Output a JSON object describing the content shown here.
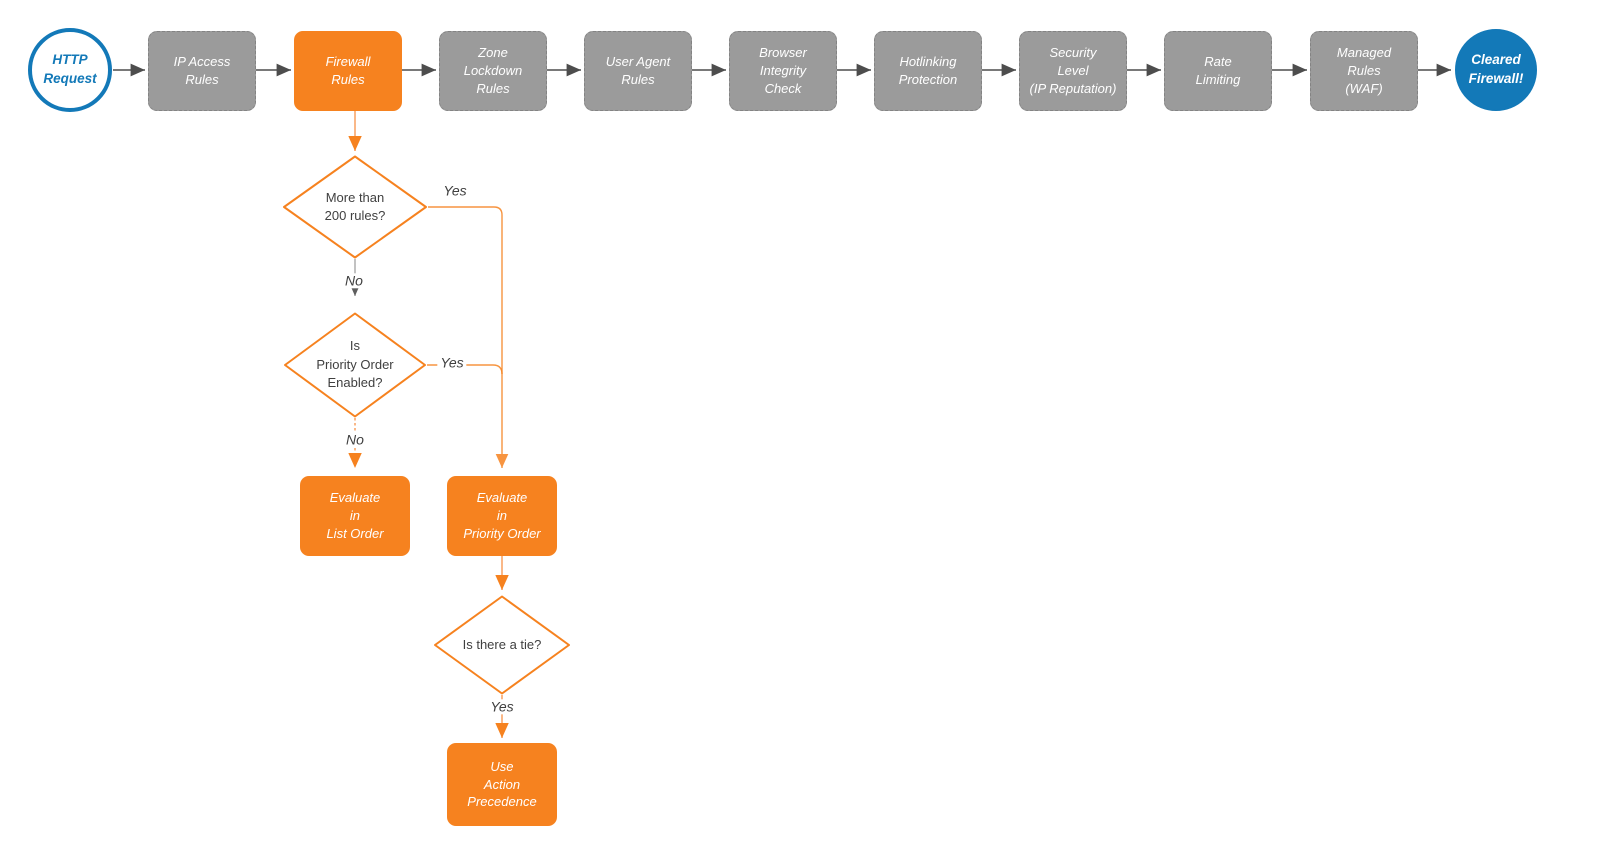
{
  "colors": {
    "accent_orange": "#F6821F",
    "accent_blue": "#1379B8",
    "stage_gray": "#9B9B9B",
    "arrow_gray": "#4D4D4D",
    "text_dark": "#404040"
  },
  "flow": {
    "start_label": "HTTP\nRequest",
    "end_label": "Cleared\nFirewall!",
    "stages": [
      {
        "label": "IP Access\nRules",
        "variant": "gray"
      },
      {
        "label": "Firewall\nRules",
        "variant": "orange"
      },
      {
        "label": "Zone\nLockdown\nRules",
        "variant": "gray"
      },
      {
        "label": "User Agent\nRules",
        "variant": "gray"
      },
      {
        "label": "Browser\nIntegrity\nCheck",
        "variant": "gray"
      },
      {
        "label": "Hotlinking\nProtection",
        "variant": "gray"
      },
      {
        "label": "Security\nLevel\n(IP Reputation)",
        "variant": "gray"
      },
      {
        "label": "Rate\nLimiting",
        "variant": "gray"
      },
      {
        "label": "Managed\nRules\n(WAF)",
        "variant": "gray"
      }
    ]
  },
  "branch": {
    "decisions": {
      "more_than_200": "More than\n200 rules?",
      "priority_enabled": "Is\nPriority Order\nEnabled?",
      "tie": "Is there a tie?"
    },
    "actions": {
      "list_order": "Evaluate\nin\nList Order",
      "priority_order": "Evaluate\nin\nPriority Order",
      "action_precedence": "Use\nAction\nPrecedence"
    },
    "labels": {
      "yes_200": "Yes",
      "no_200": "No",
      "yes_priority": "Yes",
      "no_priority": "No",
      "yes_tie": "Yes"
    }
  }
}
